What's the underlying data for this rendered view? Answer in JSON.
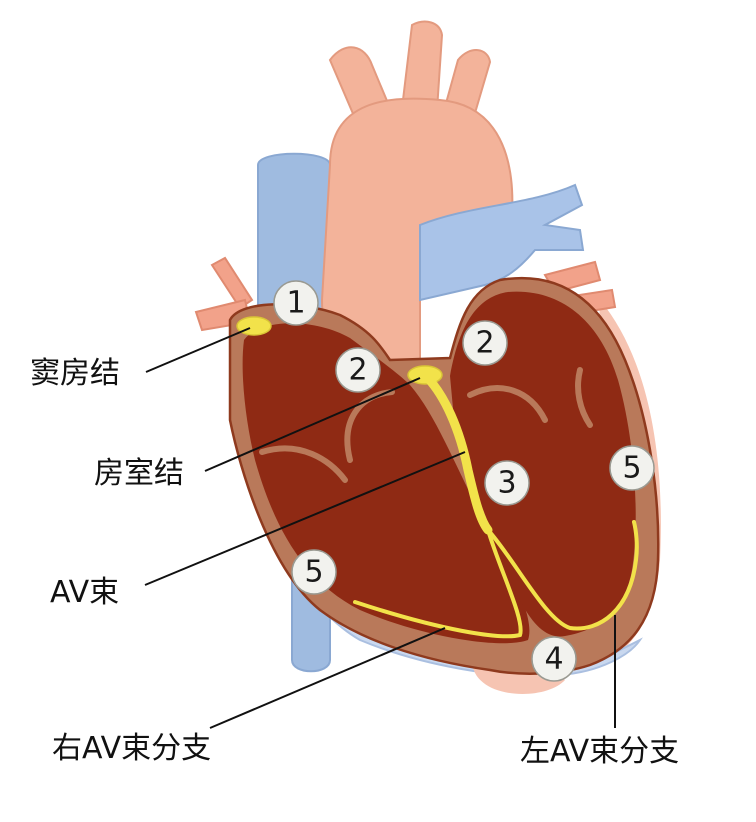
{
  "labels": {
    "sa_node": "窦房结",
    "av_node": "房室结",
    "av_bundle": "AV束",
    "right_bundle_branch": "右AV束分支",
    "left_bundle_branch": "左AV束分支"
  },
  "markers": {
    "sa": "1",
    "atrium_right": "2",
    "atrium_left": "2",
    "bundle": "3",
    "apex": "4",
    "wall_right": "5",
    "wall_left": "5"
  },
  "colors": {
    "vein": "#9fbbe0",
    "aorta": "#f3b39a",
    "wall": "#b9795a",
    "chamber": "#8f2a14",
    "conduction": "#f2e24a",
    "pericardium": "#c9d8ef"
  }
}
